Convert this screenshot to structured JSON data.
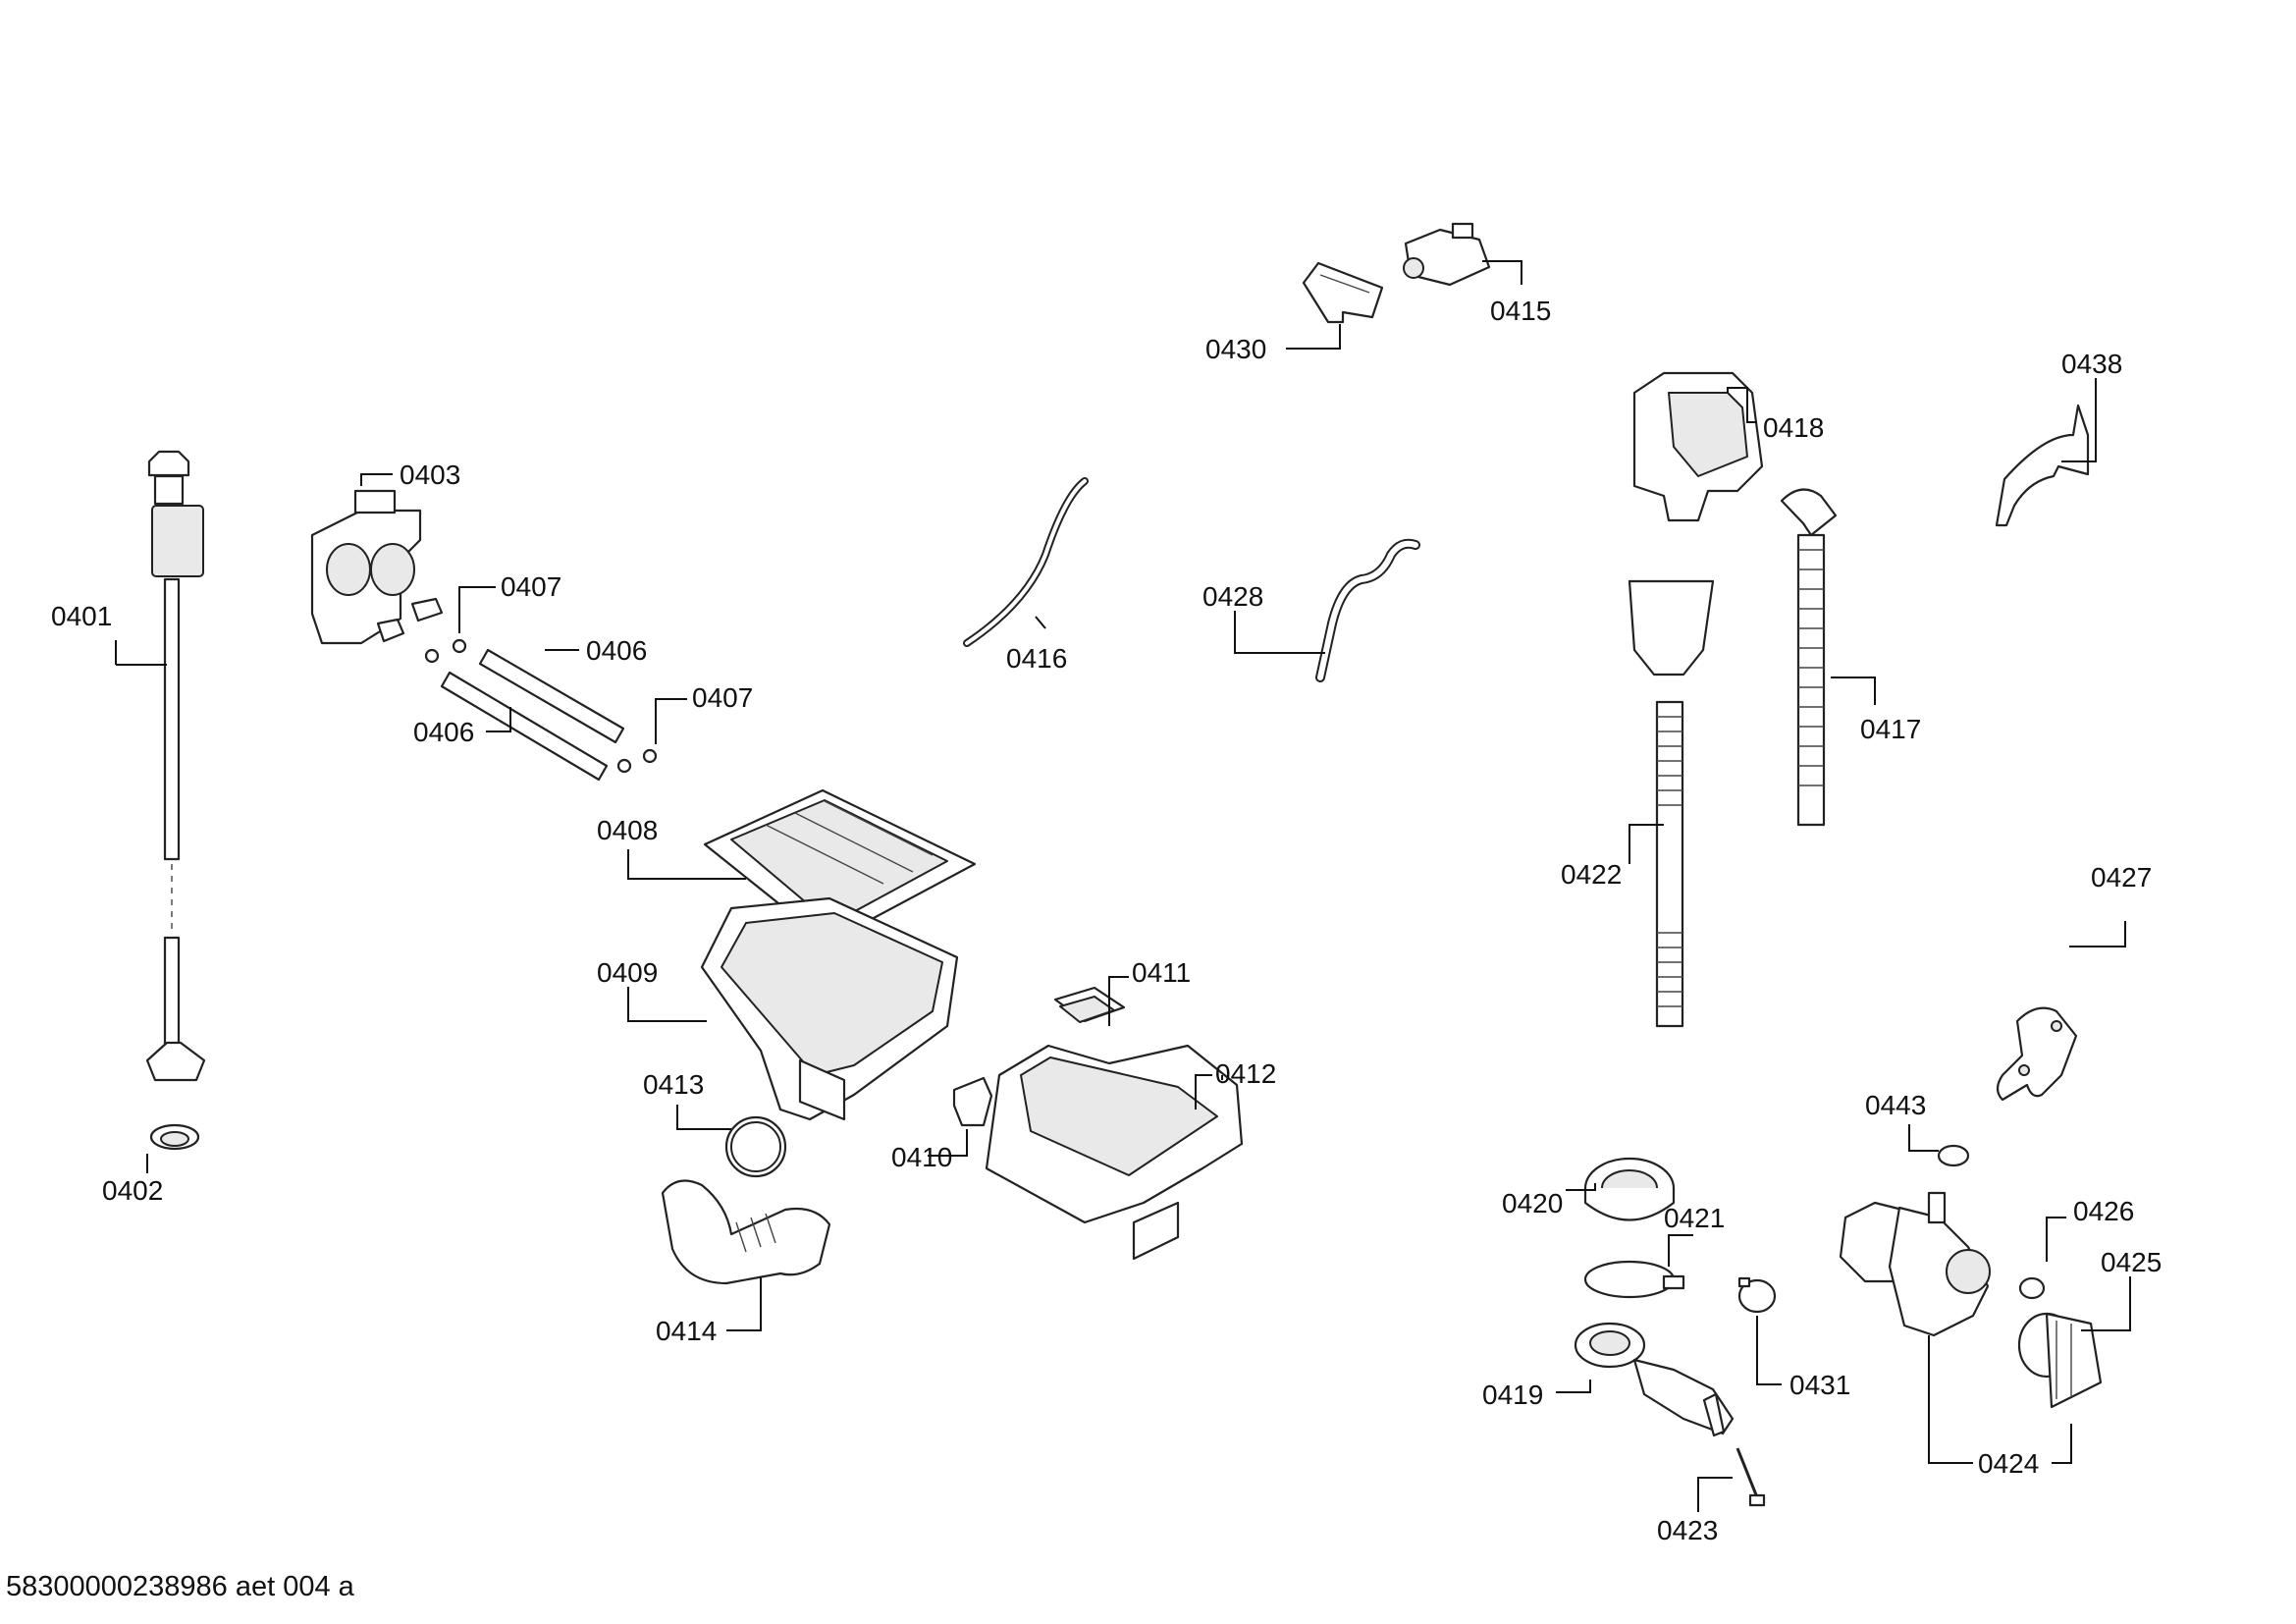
{
  "document_id": "58300000238986 aet 004 a",
  "labels": {
    "p0401": "0401",
    "p0402": "0402",
    "p0403": "0403",
    "p0406a": "0406",
    "p0406b": "0406",
    "p0407a": "0407",
    "p0407b": "0407",
    "p0408": "0408",
    "p0409": "0409",
    "p0410": "0410",
    "p0411": "0411",
    "p0412": "0412",
    "p0413": "0413",
    "p0414": "0414",
    "p0415": "0415",
    "p0416": "0416",
    "p0417": "0417",
    "p0418": "0418",
    "p0419": "0419",
    "p0420": "0420",
    "p0421": "0421",
    "p0422": "0422",
    "p0423": "0423",
    "p0424": "0424",
    "p0425": "0425",
    "p0426": "0426",
    "p0427": "0427",
    "p0428": "0428",
    "p0430": "0430",
    "p0431": "0431",
    "p0438": "0438",
    "p0443": "0443"
  }
}
